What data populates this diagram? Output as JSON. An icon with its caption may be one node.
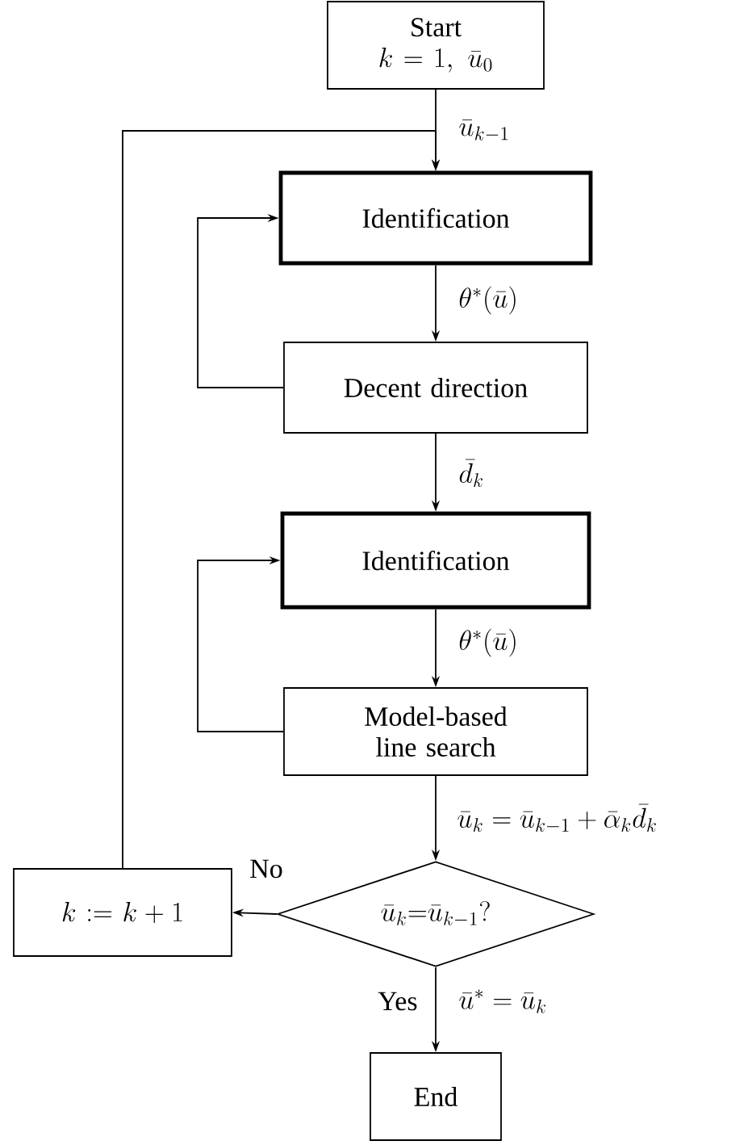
{
  "diagram": {
    "nodes": [
      {
        "text": [
          "Start",
          "k=1,\\ \\bar{u}_0"
        ]
      },
      {
        "text": [
          "Identification"
        ]
      },
      {
        "text": [
          "Decent direction"
        ]
      },
      {
        "text": [
          "Identification"
        ]
      },
      {
        "text": [
          "Model-based line search"
        ]
      },
      {
        "text": [
          "\\bar{u}_k{=}\\bar{u}_{k-1}?"
        ]
      },
      {
        "text": [
          "k:=k+1"
        ]
      },
      {
        "text": [
          "End"
        ]
      }
    ],
    "edges": [
      {
        "from": 0,
        "to": 1,
        "arrow": "to",
        "label": "\\bar{u}_{k-1}"
      },
      {
        "from": 1,
        "to": 2,
        "arrow": "to",
        "label": "\\theta^*(\\bar{u})"
      },
      {
        "from": 2,
        "to": 1,
        "arrow": "to"
      },
      {
        "from": 2,
        "to": 3,
        "arrow": "to",
        "label": "\\bar{d}_k"
      },
      {
        "from": 3,
        "to": 4,
        "arrow": "to",
        "label": "\\theta^*(\\bar{u})"
      },
      {
        "from": 4,
        "to": 3,
        "arrow": "to"
      },
      {
        "from": 4,
        "to": 5,
        "arrow": "to",
        "label": "\\bar{u}_k=\\bar{u}_{k-1}+\\bar{\\alpha}_k\\bar{d}_k"
      },
      {
        "from": 5,
        "to": 6,
        "arrow": "to",
        "label": "No"
      },
      {
        "from": 6,
        "to": 1,
        "arrow": "to"
      },
      {
        "from": 5,
        "to": 7,
        "arrow": "to",
        "label": "Yes"
      }
    ],
    "labels": [
      "\\bar{u}^*=\\bar{u}_k"
    ]
  }
}
